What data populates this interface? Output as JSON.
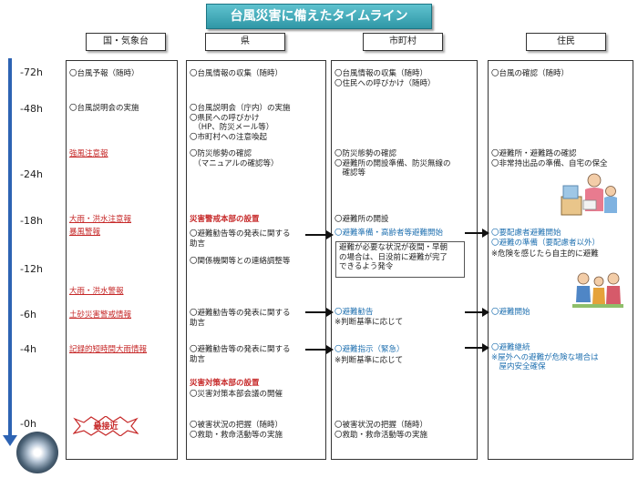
{
  "title": "台風災害に備えたタイムライン",
  "columns": [
    "国・気象台",
    "県",
    "市町村",
    "住民"
  ],
  "times": [
    "-72h",
    "-48h",
    "-24h",
    "-18h",
    "-12h",
    "-6h",
    "-4h",
    "-0h"
  ],
  "national": {
    "i1": "〇台風予報（随時）",
    "i2": "〇台風説明会の実施",
    "i3": "強風注意報",
    "i4": "大雨・洪水注意報",
    "i5": "暴風警報",
    "i6": "大雨・洪水警報",
    "i7": "土砂災害警戒情報",
    "i8": "記録的短時間大雨情報",
    "i9": "最接近"
  },
  "prefecture": {
    "i1": "〇台風情報の収集（随時）",
    "i2": "〇台風説明会（庁内）の実施\n〇県民への呼びかけ\n　（HP、防災メール等）\n〇市町村への注意喚起",
    "i3": "〇防災態勢の確認\n　（マニュアルの確認等）",
    "i4": "災害警戒本部の設置",
    "i5": "〇避難勧告等の発表に関する\n助言",
    "i6": "〇関係機関等との連絡調整等",
    "i7": "〇避難勧告等の発表に関する\n助言",
    "i8": "〇避難勧告等の発表に関する\n助言",
    "i9": "災害対策本部の設置",
    "i10": "〇災害対策本部会議の開催",
    "i11": "〇被害状況の把握（随時）\n〇救助・救命活動等の実施"
  },
  "municipality": {
    "i1": "〇台風情報の収集（随時）\n〇住民への呼びかけ（随時）",
    "i2": "〇防災態勢の確認\n〇避難所の開設準備、防災無線の\n　確認等",
    "i3": "〇避難所の開設",
    "i4": "〇避難準備・高齢者等避難開始",
    "note": "避難が必要な状況が夜間・早朝\nの場合は、日没前に避難が完了\nできるよう発令",
    "i5": "〇避難勧告",
    "i6": "※判断基準に応じて",
    "i7": "〇避難指示（緊急）",
    "i8": "※判断基準に応じて",
    "i9": "〇被害状況の把握（随時）\n〇救助・救命活動等の実施"
  },
  "residents": {
    "i1": "〇台風の確認（随時）",
    "i2": "〇避難所・避難路の確認\n〇非常持出品の準備、自宅の保全",
    "i3": "〇要配慮者避難開始\n〇避難の準備（要配慮者以外）",
    "i4": "※危険を感じたら自主的に避難",
    "i5": "〇避難開始",
    "i6": "〇避難継続\n※屋外への避難が危険な場合は\n　屋内安全確保"
  },
  "colors": {
    "title_bg": "#3aa9b8",
    "axis": "#2d63b3",
    "red_text": "#c62828",
    "blue_text": "#1f70b0"
  },
  "icons": [
    "typhoon-satellite-image",
    "family-preparing-illustration",
    "evacuating-people-illustration"
  ]
}
